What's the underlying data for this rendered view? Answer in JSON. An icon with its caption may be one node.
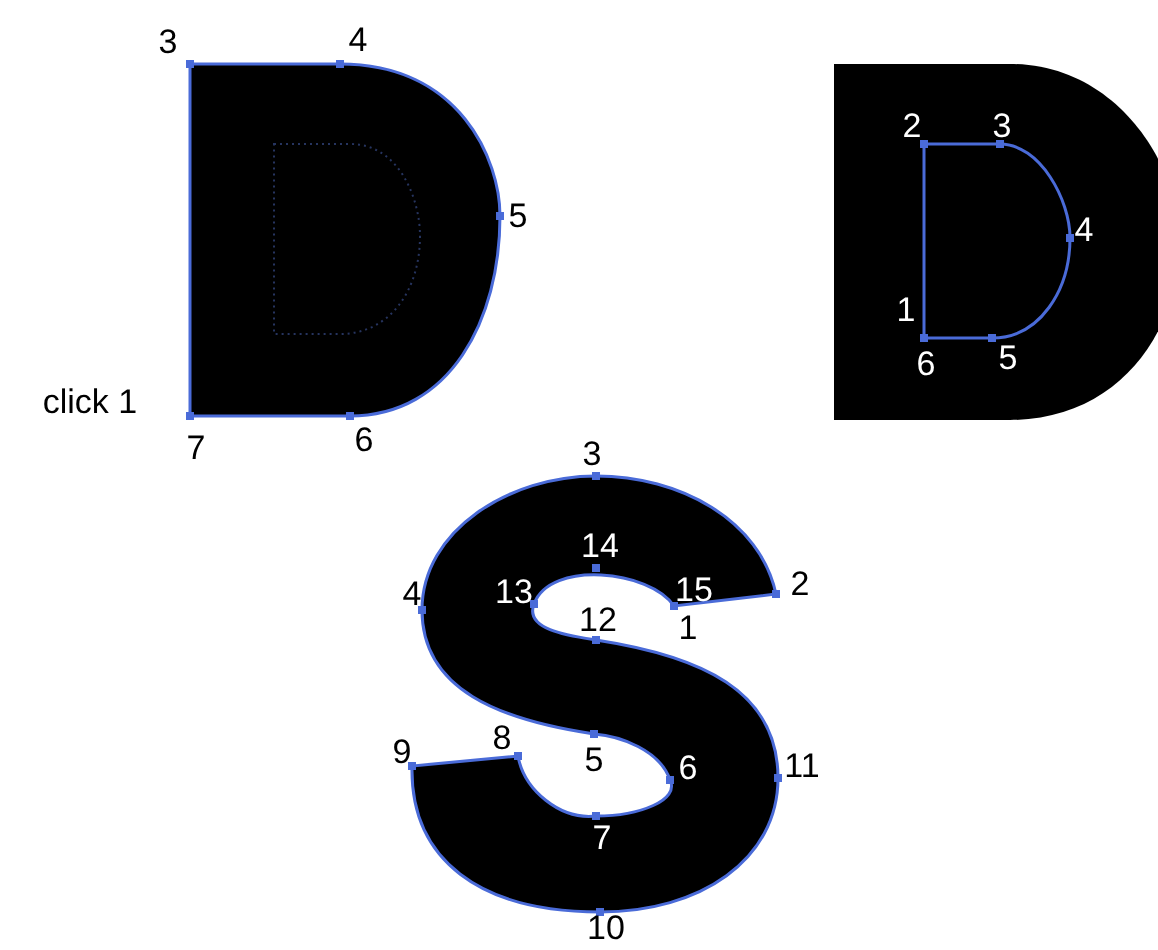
{
  "diagram": {
    "labels": [
      "3",
      "4",
      "5",
      "click 1",
      "7",
      "6",
      "2",
      "3",
      "4",
      "1",
      "6",
      "5",
      "3",
      "14",
      "13",
      "15",
      "2",
      "4",
      "12",
      "1",
      "9",
      "8",
      "5",
      "6",
      "11",
      "7",
      "10"
    ]
  }
}
